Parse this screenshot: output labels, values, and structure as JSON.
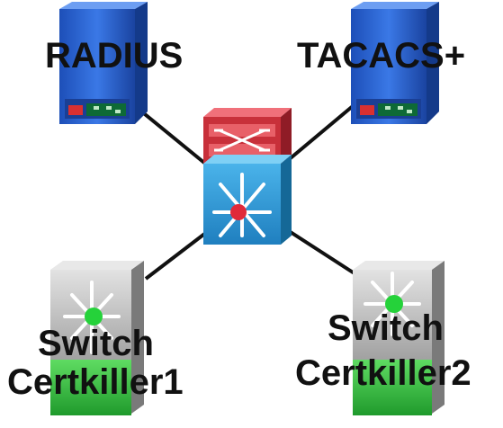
{
  "diagram": {
    "nodes": {
      "radius": {
        "label": "RADIUS",
        "kind": "server",
        "color": "#2a5ec8"
      },
      "tacacs": {
        "label": "TACACS+",
        "kind": "server",
        "color": "#2a5ec8"
      },
      "firewall": {
        "label": "",
        "kind": "firewall-module",
        "color": "#c8303a"
      },
      "core_switch": {
        "label": "",
        "kind": "multilayer-switch",
        "color": "#2d9dd6"
      },
      "switch1": {
        "label_line1": "Switch",
        "label_line2": "Certkiller1",
        "kind": "multilayer-switch",
        "color": "#3fbf4a"
      },
      "switch2": {
        "label_line1": "Switch",
        "label_line2": "Certkiller2",
        "kind": "multilayer-switch",
        "color": "#3fbf4a"
      }
    },
    "links": [
      {
        "from": "radius",
        "to": "core_switch"
      },
      {
        "from": "tacacs",
        "to": "core_switch"
      },
      {
        "from": "core_switch",
        "to": "switch1"
      },
      {
        "from": "core_switch",
        "to": "switch2"
      }
    ]
  }
}
